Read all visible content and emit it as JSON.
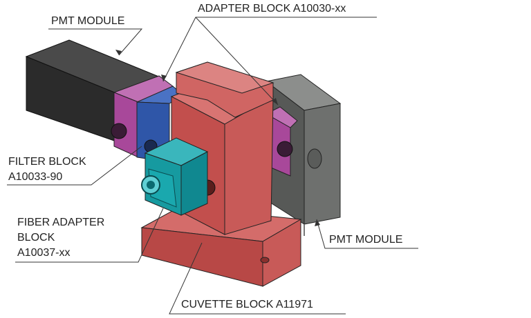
{
  "labels": {
    "pmt_left": "PMT MODULE",
    "adapter_block": "ADAPTER BLOCK A10030-xx",
    "filter_block_line1": "FILTER BLOCK",
    "filter_block_line2": "A10033-90",
    "fiber_line1": "FIBER ADAPTER",
    "fiber_line2": "BLOCK",
    "fiber_line3": "A10037-xx",
    "pmt_right": "PMT MODULE",
    "cuvette_block": "CUVETTE BLOCK A11971"
  },
  "colors": {
    "pmt_black": "#2b2b2b",
    "filter_magenta": "#a8489a",
    "adapter_blue": "#2f56a8",
    "cuvette_red": "#c85a58",
    "fiber_cyan": "#169aa0",
    "pmt_gray": "#6e706e"
  }
}
